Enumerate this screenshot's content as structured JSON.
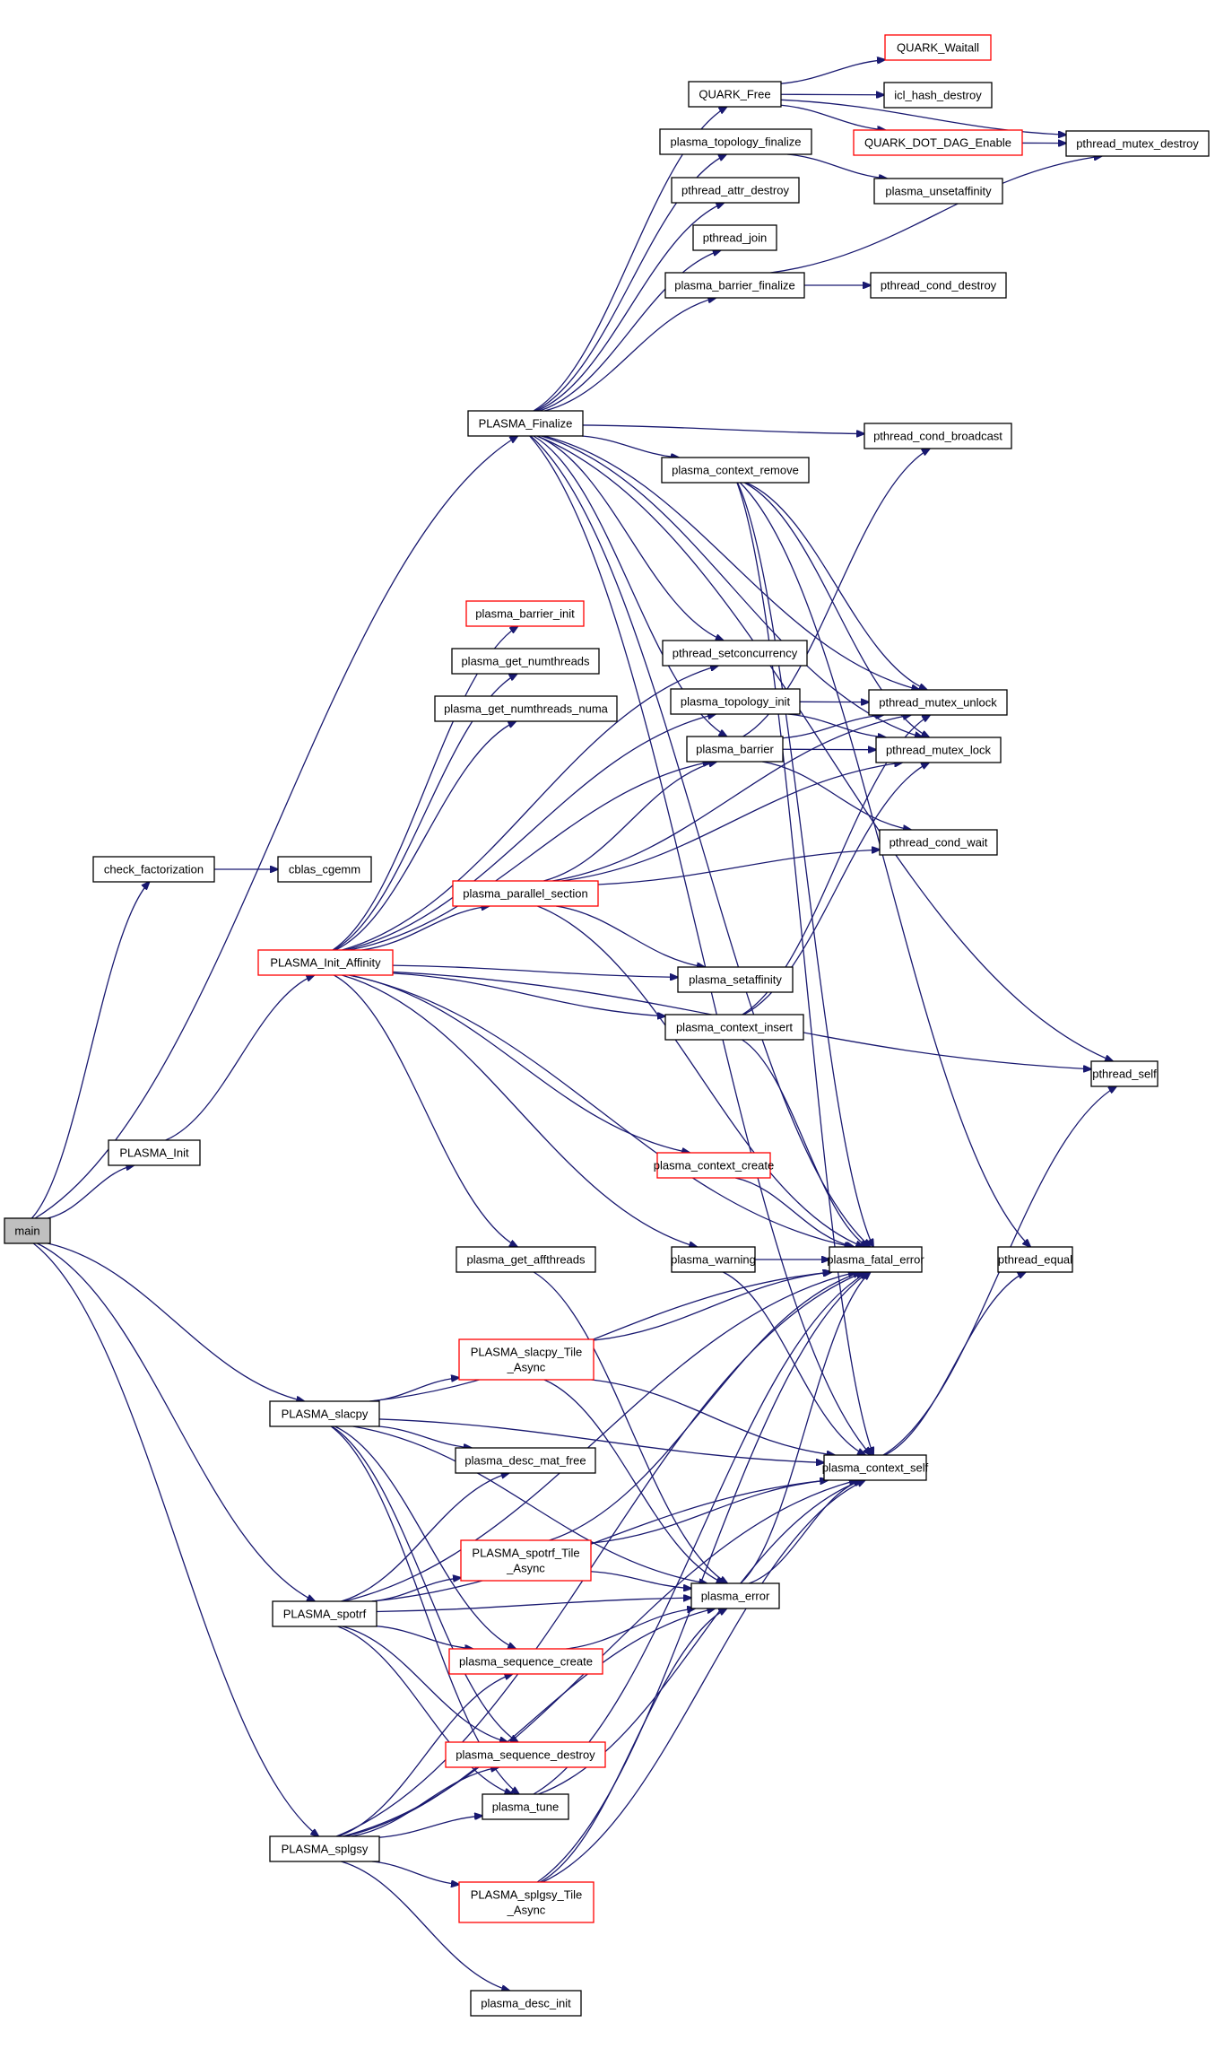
{
  "diagram": {
    "type": "call-graph",
    "edge_color": "#191970",
    "truncated_node_border_color": "#ff0000",
    "normal_node_border_color": "#000000",
    "root_node_fill": "#bfbfbf",
    "nodes": [
      {
        "id": "main",
        "label": "main",
        "style": "root"
      },
      {
        "id": "check_factorization",
        "label": "check_factorization",
        "style": "normal"
      },
      {
        "id": "cblas_cgemm",
        "label": "cblas_cgemm",
        "style": "normal"
      },
      {
        "id": "PLASMA_Init",
        "label": "PLASMA_Init",
        "style": "normal"
      },
      {
        "id": "PLASMA_Init_Affinity",
        "label": "PLASMA_Init_Affinity",
        "style": "truncated"
      },
      {
        "id": "PLASMA_Finalize",
        "label": "PLASMA_Finalize",
        "style": "normal"
      },
      {
        "id": "QUARK_Free",
        "label": "QUARK_Free",
        "style": "normal"
      },
      {
        "id": "plasma_topology_finalize",
        "label": "plasma_topology_finalize",
        "style": "normal"
      },
      {
        "id": "pthread_attr_destroy",
        "label": "pthread_attr_destroy",
        "style": "normal"
      },
      {
        "id": "pthread_join",
        "label": "pthread_join",
        "style": "normal"
      },
      {
        "id": "plasma_barrier_finalize",
        "label": "plasma_barrier_finalize",
        "style": "normal"
      },
      {
        "id": "QUARK_Waitall",
        "label": "QUARK_Waitall",
        "style": "truncated"
      },
      {
        "id": "icl_hash_destroy",
        "label": "icl_hash_destroy",
        "style": "normal"
      },
      {
        "id": "QUARK_DOT_DAG_Enable",
        "label": "QUARK_DOT_DAG_Enable",
        "style": "truncated"
      },
      {
        "id": "pthread_mutex_destroy",
        "label": "pthread_mutex_destroy",
        "style": "normal"
      },
      {
        "id": "plasma_unsetaffinity",
        "label": "plasma_unsetaffinity",
        "style": "normal"
      },
      {
        "id": "pthread_cond_destroy",
        "label": "pthread_cond_destroy",
        "style": "normal"
      },
      {
        "id": "pthread_cond_broadcast",
        "label": "pthread_cond_broadcast",
        "style": "normal"
      },
      {
        "id": "plasma_context_remove",
        "label": "plasma_context_remove",
        "style": "normal"
      },
      {
        "id": "plasma_barrier_init",
        "label": "plasma_barrier_init",
        "style": "truncated"
      },
      {
        "id": "plasma_get_numthreads",
        "label": "plasma_get_numthreads",
        "style": "normal"
      },
      {
        "id": "plasma_get_numthreads_numa",
        "label": "plasma_get_numthreads_numa",
        "style": "normal"
      },
      {
        "id": "pthread_setconcurrency",
        "label": "pthread_setconcurrency",
        "style": "normal"
      },
      {
        "id": "plasma_topology_init",
        "label": "plasma_topology_init",
        "style": "normal"
      },
      {
        "id": "plasma_barrier",
        "label": "plasma_barrier",
        "style": "normal"
      },
      {
        "id": "pthread_mutex_unlock",
        "label": "pthread_mutex_unlock",
        "style": "normal"
      },
      {
        "id": "pthread_mutex_lock",
        "label": "pthread_mutex_lock",
        "style": "normal"
      },
      {
        "id": "pthread_cond_wait",
        "label": "pthread_cond_wait",
        "style": "normal"
      },
      {
        "id": "plasma_parallel_section",
        "label": "plasma_parallel_section",
        "style": "truncated"
      },
      {
        "id": "plasma_setaffinity",
        "label": "plasma_setaffinity",
        "style": "normal"
      },
      {
        "id": "plasma_context_insert",
        "label": "plasma_context_insert",
        "style": "normal"
      },
      {
        "id": "pthread_self",
        "label": "pthread_self",
        "style": "normal"
      },
      {
        "id": "plasma_context_create",
        "label": "plasma_context_create",
        "style": "truncated"
      },
      {
        "id": "plasma_get_affthreads",
        "label": "plasma_get_affthreads",
        "style": "normal"
      },
      {
        "id": "plasma_warning",
        "label": "plasma_warning",
        "style": "normal"
      },
      {
        "id": "plasma_fatal_error",
        "label": "plasma_fatal_error",
        "style": "normal"
      },
      {
        "id": "pthread_equal",
        "label": "pthread_equal",
        "style": "normal"
      },
      {
        "id": "PLASMA_slacpy_Tile_Async",
        "label": "PLASMA_slacpy_Tile\n_Async",
        "style": "truncated"
      },
      {
        "id": "PLASMA_slacpy",
        "label": "PLASMA_slacpy",
        "style": "normal"
      },
      {
        "id": "plasma_context_self",
        "label": "plasma_context_self",
        "style": "normal"
      },
      {
        "id": "plasma_desc_mat_free",
        "label": "plasma_desc_mat_free",
        "style": "normal"
      },
      {
        "id": "PLASMA_spotrf_Tile_Async",
        "label": "PLASMA_spotrf_Tile\n_Async",
        "style": "truncated"
      },
      {
        "id": "PLASMA_spotrf",
        "label": "PLASMA_spotrf",
        "style": "normal"
      },
      {
        "id": "plasma_error",
        "label": "plasma_error",
        "style": "normal"
      },
      {
        "id": "plasma_sequence_create",
        "label": "plasma_sequence_create",
        "style": "truncated"
      },
      {
        "id": "plasma_sequence_destroy",
        "label": "plasma_sequence_destroy",
        "style": "truncated"
      },
      {
        "id": "plasma_tune",
        "label": "plasma_tune",
        "style": "normal"
      },
      {
        "id": "PLASMA_splgsy",
        "label": "PLASMA_splgsy",
        "style": "normal"
      },
      {
        "id": "PLASMA_splgsy_Tile_Async",
        "label": "PLASMA_splgsy_Tile\n_Async",
        "style": "truncated"
      },
      {
        "id": "plasma_desc_init",
        "label": "plasma_desc_init",
        "style": "normal"
      }
    ],
    "edges": [
      [
        "main",
        "check_factorization"
      ],
      [
        "main",
        "PLASMA_Init"
      ],
      [
        "main",
        "PLASMA_Finalize"
      ],
      [
        "main",
        "PLASMA_slacpy"
      ],
      [
        "main",
        "PLASMA_spotrf"
      ],
      [
        "main",
        "PLASMA_splgsy"
      ],
      [
        "check_factorization",
        "cblas_cgemm"
      ],
      [
        "PLASMA_Init",
        "PLASMA_Init_Affinity"
      ],
      [
        "PLASMA_Init_Affinity",
        "plasma_barrier_init"
      ],
      [
        "PLASMA_Init_Affinity",
        "plasma_get_numthreads"
      ],
      [
        "PLASMA_Init_Affinity",
        "plasma_get_numthreads_numa"
      ],
      [
        "PLASMA_Init_Affinity",
        "pthread_setconcurrency"
      ],
      [
        "PLASMA_Init_Affinity",
        "plasma_topology_init"
      ],
      [
        "PLASMA_Init_Affinity",
        "plasma_barrier"
      ],
      [
        "PLASMA_Init_Affinity",
        "plasma_parallel_section"
      ],
      [
        "PLASMA_Init_Affinity",
        "plasma_setaffinity"
      ],
      [
        "PLASMA_Init_Affinity",
        "plasma_context_insert"
      ],
      [
        "PLASMA_Init_Affinity",
        "pthread_self"
      ],
      [
        "PLASMA_Init_Affinity",
        "plasma_context_create"
      ],
      [
        "PLASMA_Init_Affinity",
        "plasma_warning"
      ],
      [
        "PLASMA_Init_Affinity",
        "plasma_get_affthreads"
      ],
      [
        "PLASMA_Init_Affinity",
        "plasma_fatal_error"
      ],
      [
        "PLASMA_Finalize",
        "QUARK_Free"
      ],
      [
        "PLASMA_Finalize",
        "plasma_topology_finalize"
      ],
      [
        "PLASMA_Finalize",
        "pthread_attr_destroy"
      ],
      [
        "PLASMA_Finalize",
        "pthread_join"
      ],
      [
        "PLASMA_Finalize",
        "plasma_barrier_finalize"
      ],
      [
        "PLASMA_Finalize",
        "pthread_cond_broadcast"
      ],
      [
        "PLASMA_Finalize",
        "plasma_context_remove"
      ],
      [
        "PLASMA_Finalize",
        "pthread_mutex_unlock"
      ],
      [
        "PLASMA_Finalize",
        "pthread_self"
      ],
      [
        "PLASMA_Finalize",
        "pthread_setconcurrency"
      ],
      [
        "PLASMA_Finalize",
        "plasma_barrier"
      ],
      [
        "PLASMA_Finalize",
        "plasma_fatal_error"
      ],
      [
        "PLASMA_Finalize",
        "plasma_context_self"
      ],
      [
        "PLASMA_Finalize",
        "pthread_mutex_lock"
      ],
      [
        "QUARK_Free",
        "QUARK_Waitall"
      ],
      [
        "QUARK_Free",
        "icl_hash_destroy"
      ],
      [
        "QUARK_Free",
        "QUARK_DOT_DAG_Enable"
      ],
      [
        "QUARK_Free",
        "pthread_mutex_destroy"
      ],
      [
        "QUARK_DOT_DAG_Enable",
        "pthread_mutex_destroy"
      ],
      [
        "plasma_topology_finalize",
        "plasma_unsetaffinity"
      ],
      [
        "plasma_barrier_finalize",
        "pthread_cond_destroy"
      ],
      [
        "plasma_barrier_finalize",
        "pthread_mutex_destroy"
      ],
      [
        "plasma_context_remove",
        "pthread_mutex_unlock"
      ],
      [
        "plasma_context_remove",
        "pthread_mutex_lock"
      ],
      [
        "plasma_context_remove",
        "pthread_equal"
      ],
      [
        "plasma_context_remove",
        "plasma_fatal_error"
      ],
      [
        "plasma_context_remove",
        "plasma_context_self"
      ],
      [
        "plasma_topology_init",
        "pthread_mutex_unlock"
      ],
      [
        "plasma_topology_init",
        "pthread_mutex_lock"
      ],
      [
        "plasma_barrier",
        "pthread_cond_broadcast"
      ],
      [
        "plasma_barrier",
        "pthread_mutex_unlock"
      ],
      [
        "plasma_barrier",
        "pthread_mutex_lock"
      ],
      [
        "plasma_barrier",
        "pthread_cond_wait"
      ],
      [
        "plasma_parallel_section",
        "plasma_barrier"
      ],
      [
        "plasma_parallel_section",
        "pthread_mutex_unlock"
      ],
      [
        "plasma_parallel_section",
        "pthread_mutex_lock"
      ],
      [
        "plasma_parallel_section",
        "pthread_cond_wait"
      ],
      [
        "plasma_parallel_section",
        "plasma_setaffinity"
      ],
      [
        "plasma_parallel_section",
        "plasma_fatal_error"
      ],
      [
        "plasma_context_insert",
        "pthread_mutex_unlock"
      ],
      [
        "plasma_context_insert",
        "pthread_mutex_lock"
      ],
      [
        "plasma_context_insert",
        "plasma_fatal_error"
      ],
      [
        "plasma_context_create",
        "plasma_fatal_error"
      ],
      [
        "plasma_get_affthreads",
        "plasma_error"
      ],
      [
        "plasma_warning",
        "plasma_fatal_error"
      ],
      [
        "plasma_warning",
        "plasma_context_self"
      ],
      [
        "plasma_context_self",
        "pthread_self"
      ],
      [
        "plasma_context_self",
        "pthread_equal"
      ],
      [
        "PLASMA_slacpy",
        "PLASMA_slacpy_Tile_Async"
      ],
      [
        "PLASMA_slacpy",
        "plasma_desc_mat_free"
      ],
      [
        "PLASMA_slacpy",
        "plasma_fatal_error"
      ],
      [
        "PLASMA_slacpy",
        "plasma_context_self"
      ],
      [
        "PLASMA_slacpy",
        "plasma_error"
      ],
      [
        "PLASMA_slacpy",
        "plasma_sequence_create"
      ],
      [
        "PLASMA_slacpy",
        "plasma_sequence_destroy"
      ],
      [
        "PLASMA_slacpy",
        "plasma_tune"
      ],
      [
        "PLASMA_slacpy_Tile_Async",
        "plasma_fatal_error"
      ],
      [
        "PLASMA_slacpy_Tile_Async",
        "plasma_context_self"
      ],
      [
        "PLASMA_slacpy_Tile_Async",
        "plasma_error"
      ],
      [
        "PLASMA_spotrf",
        "PLASMA_spotrf_Tile_Async"
      ],
      [
        "PLASMA_spotrf",
        "plasma_desc_mat_free"
      ],
      [
        "PLASMA_spotrf",
        "plasma_context_self"
      ],
      [
        "PLASMA_spotrf",
        "plasma_error"
      ],
      [
        "PLASMA_spotrf",
        "plasma_sequence_create"
      ],
      [
        "PLASMA_spotrf",
        "plasma_sequence_destroy"
      ],
      [
        "PLASMA_spotrf",
        "plasma_tune"
      ],
      [
        "PLASMA_spotrf",
        "plasma_fatal_error"
      ],
      [
        "PLASMA_spotrf_Tile_Async",
        "plasma_fatal_error"
      ],
      [
        "PLASMA_spotrf_Tile_Async",
        "plasma_context_self"
      ],
      [
        "PLASMA_spotrf_Tile_Async",
        "plasma_error"
      ],
      [
        "plasma_sequence_create",
        "plasma_error"
      ],
      [
        "plasma_error",
        "plasma_fatal_error"
      ],
      [
        "plasma_error",
        "plasma_context_self"
      ],
      [
        "plasma_tune",
        "plasma_fatal_error"
      ],
      [
        "plasma_tune",
        "plasma_context_self"
      ],
      [
        "PLASMA_splgsy",
        "plasma_tune"
      ],
      [
        "PLASMA_splgsy",
        "plasma_sequence_create"
      ],
      [
        "PLASMA_splgsy",
        "plasma_sequence_destroy"
      ],
      [
        "PLASMA_splgsy",
        "PLASMA_splgsy_Tile_Async"
      ],
      [
        "PLASMA_splgsy",
        "plasma_desc_init"
      ],
      [
        "PLASMA_splgsy",
        "plasma_context_self"
      ],
      [
        "PLASMA_splgsy",
        "plasma_fatal_error"
      ],
      [
        "PLASMA_splgsy",
        "plasma_error"
      ],
      [
        "PLASMA_splgsy_Tile_Async",
        "plasma_fatal_error"
      ],
      [
        "PLASMA_splgsy_Tile_Async",
        "plasma_context_self"
      ],
      [
        "PLASMA_splgsy_Tile_Async",
        "plasma_error"
      ]
    ]
  }
}
